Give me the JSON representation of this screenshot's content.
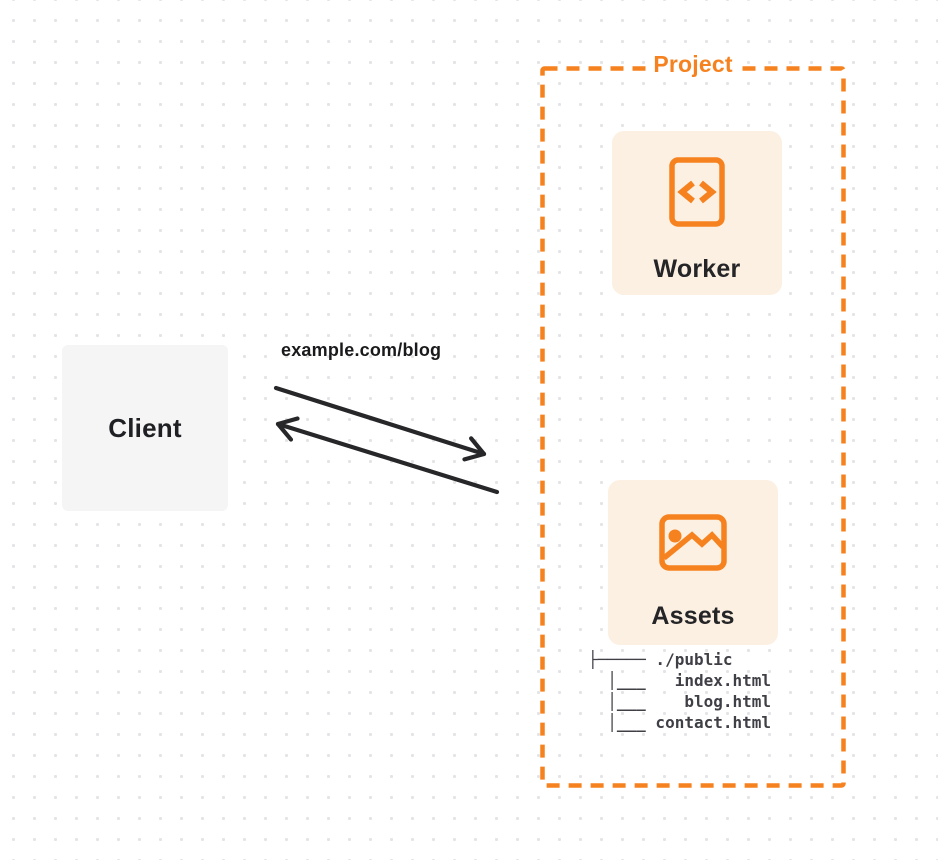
{
  "client": {
    "label": "Client"
  },
  "request": {
    "url_label": "example.com/blog"
  },
  "project": {
    "label": "Project",
    "worker_card": {
      "label": "Worker",
      "icon": "code-file-icon"
    },
    "assets_card": {
      "label": "Assets",
      "icon": "image-icon"
    },
    "file_tree_lines": [
      "├───── ./public",
      "  │___   index.html",
      "  │___    blog.html",
      "  │___ contact.html"
    ]
  },
  "colors": {
    "accent_orange": "#f6821f",
    "card_background": "#fcf0e2",
    "client_background": "#f5f5f6",
    "arrow_dark": "#27272a",
    "heading_text": "#1f2023",
    "tree_text": "#3f3f46",
    "dot_grid": "#e4e4e7"
  }
}
